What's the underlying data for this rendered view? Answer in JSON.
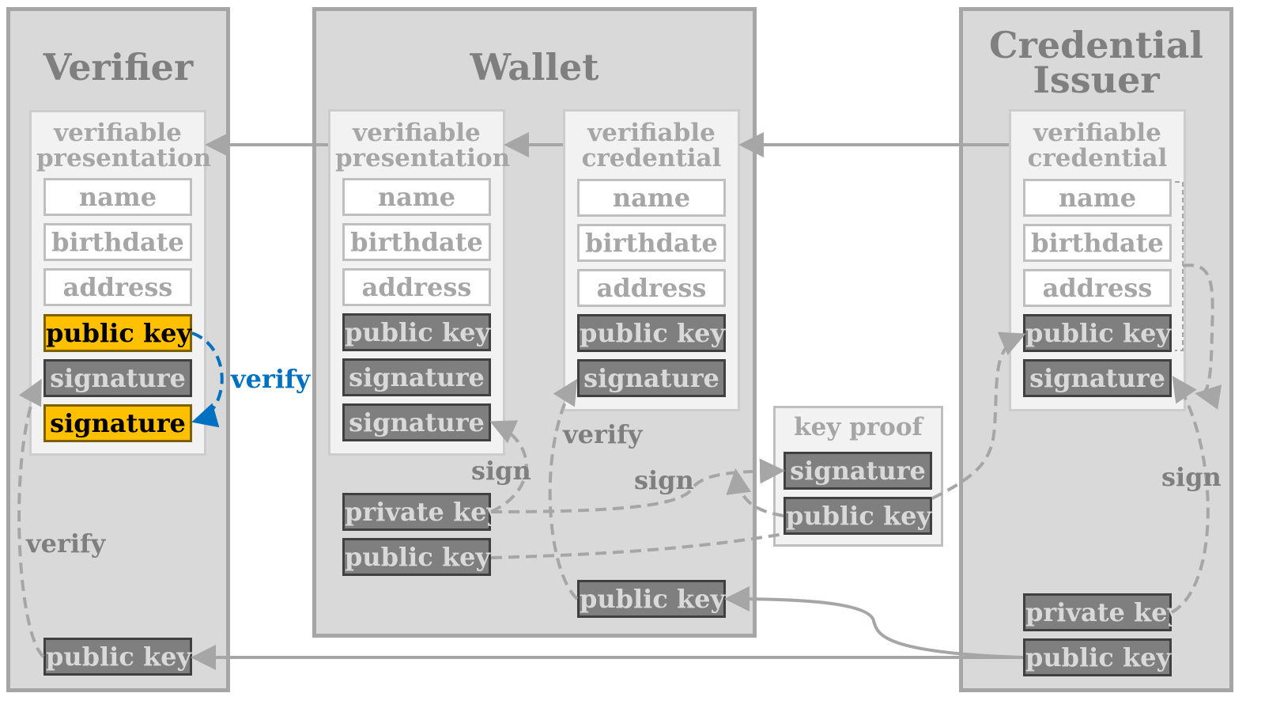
{
  "verifier": {
    "title": "Verifier",
    "presentation": {
      "title": "verifiable presentation",
      "fields": [
        "name",
        "birthdate",
        "address",
        "public key",
        "signature",
        "signature"
      ]
    },
    "public_key": "public key",
    "verify_label": "verify",
    "inner_verify_label": "verify"
  },
  "wallet": {
    "title": "Wallet",
    "presentation": {
      "title": "verifiable presentation",
      "fields": [
        "name",
        "birthdate",
        "address",
        "public key",
        "signature",
        "signature"
      ]
    },
    "credential": {
      "title": "verifiable credential",
      "fields": [
        "name",
        "birthdate",
        "address",
        "public key",
        "signature"
      ]
    },
    "private_key": "private key",
    "holder_public_key": "public key",
    "issuer_public_key": "public key",
    "sign_label": "sign",
    "verify_label": "verify"
  },
  "key_proof": {
    "title": "key proof",
    "fields": [
      "signature",
      "public key"
    ],
    "sign_label": "sign"
  },
  "issuer": {
    "title_line1": "Credential",
    "title_line2": "Issuer",
    "credential": {
      "title": "verifiable credential",
      "fields": [
        "name",
        "birthdate",
        "address",
        "public key",
        "signature"
      ]
    },
    "private_key": "private key",
    "public_key": "public key",
    "sign_label": "sign"
  },
  "colors": {
    "panel": "#d9d9d9",
    "highlight": "#ffc000",
    "verify_blue": "#0070c0",
    "arrow": "#a6a6a6"
  }
}
